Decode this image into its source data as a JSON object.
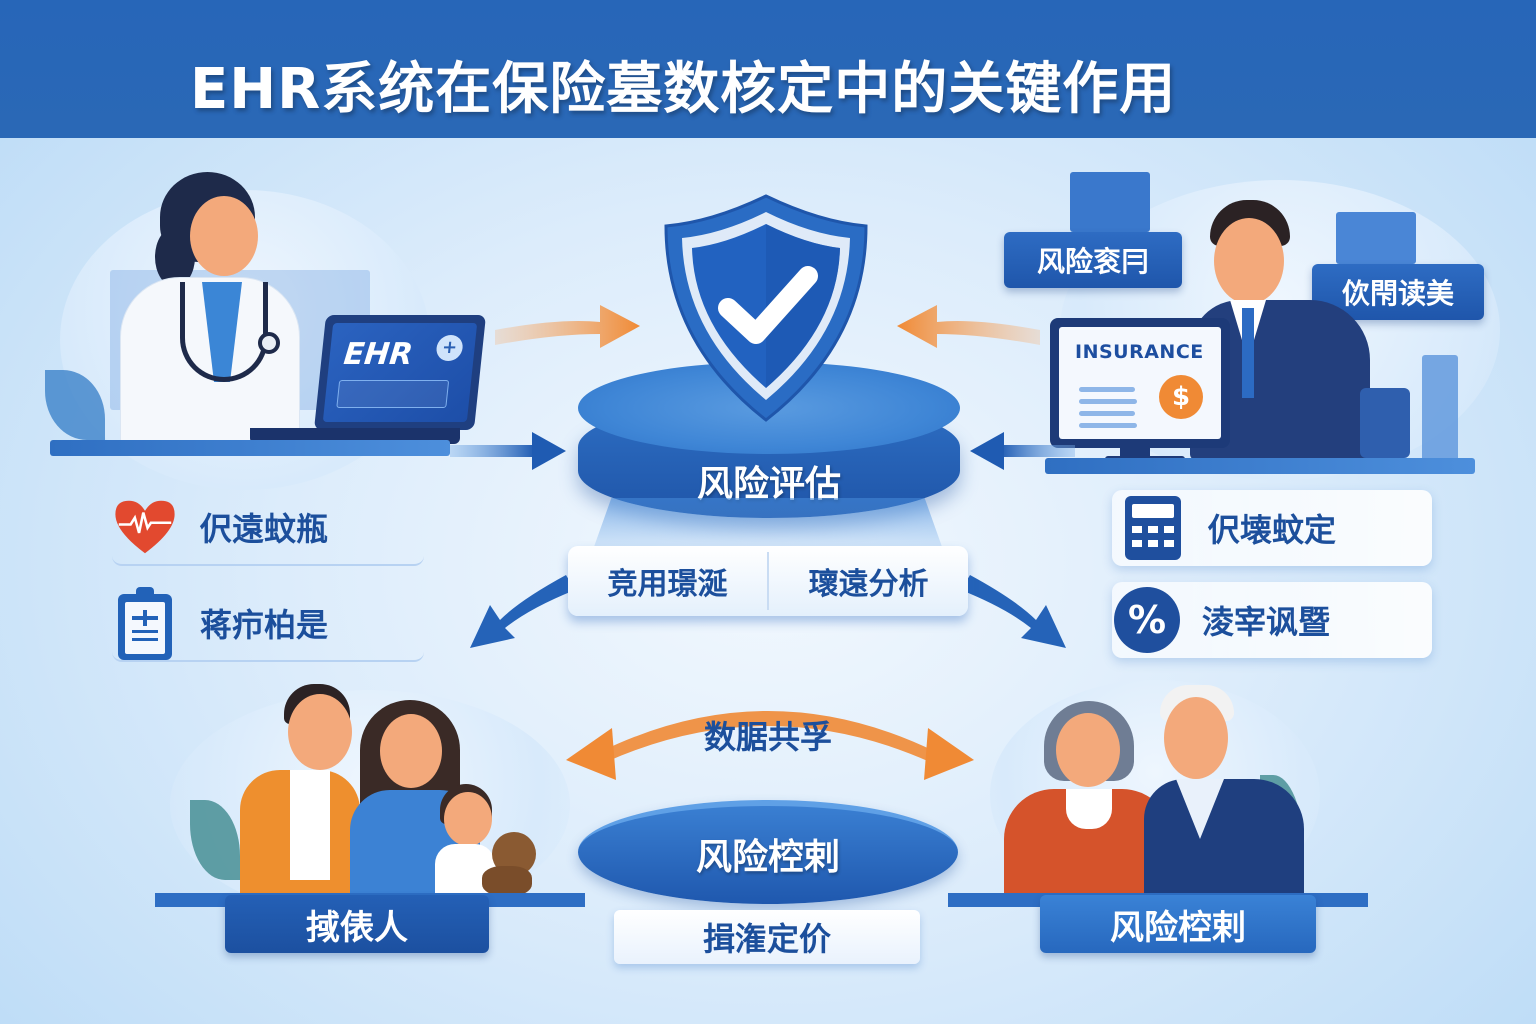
{
  "header": {
    "title": "EHR系统在保险墓数核定中的关键作用",
    "background_color": "#2766b8"
  },
  "center": {
    "shield_icon": "shield-check-icon",
    "platform_label": "风险评估",
    "sub_panel": [
      "竞用璟涎",
      "瓌遠分析"
    ]
  },
  "left_actor": {
    "role": "doctor",
    "laptop": {
      "brand_text": "EHR",
      "badge_icon": "medical-plus-icon"
    }
  },
  "right_actor": {
    "role": "insurance-agent",
    "monitor": {
      "title": "INSURANCE",
      "dollar_icon": "$"
    },
    "tags": [
      "风险衮冃",
      "佽閇读美"
    ]
  },
  "left_features": [
    {
      "icon": "heart-pulse-icon",
      "label": "伬遠蚊瓶"
    },
    {
      "icon": "clipboard-icon",
      "label": "蒋疖柏是"
    }
  ],
  "right_features": [
    {
      "icon": "calculator-icon",
      "label": "伬壊蚊定"
    },
    {
      "icon": "percent-icon",
      "label": "淩宰讽暨"
    }
  ],
  "bottom": {
    "share_label": "数腒共孚",
    "lens_label": "风险椌剌",
    "pricing_label": "揖潅定价",
    "left_group": {
      "role": "family",
      "label": "掝俵人"
    },
    "right_group": {
      "role": "elderly-couple",
      "label": "风险椌剌"
    }
  },
  "colors": {
    "primary_blue": "#2766b8",
    "dark_blue": "#1c4f9c",
    "accent_orange": "#f08a35",
    "heart_red": "#e2492f",
    "background_light": "#dcecfb"
  }
}
